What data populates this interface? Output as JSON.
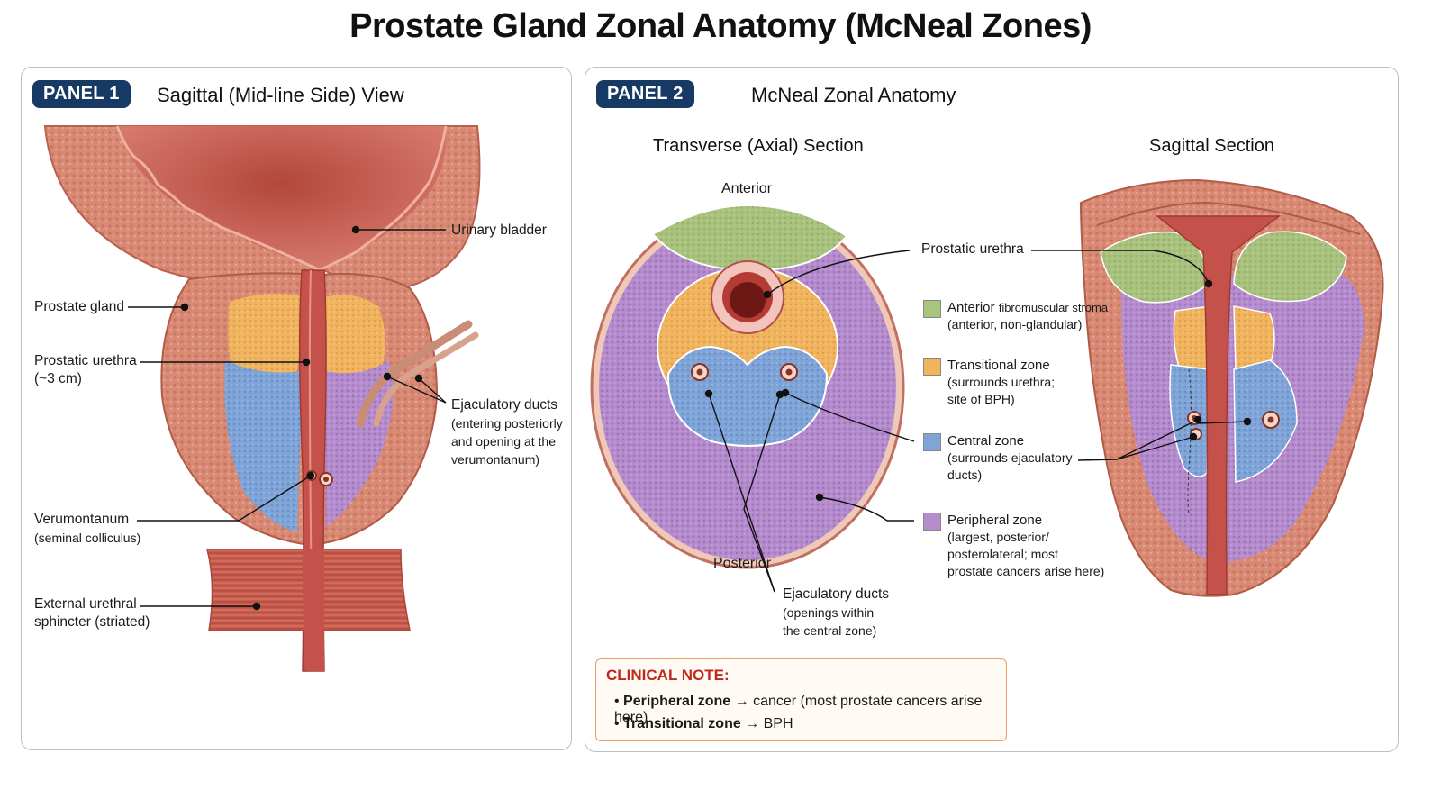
{
  "title": "Prostate Gland Zonal Anatomy (McNeal Zones)",
  "panel1": {
    "badge": "PANEL 1",
    "title": "Sagittal (Mid-line Side) View",
    "labels": {
      "urinary_bladder": "Urinary bladder",
      "prostate_gland": "Prostate gland",
      "prostatic_urethra": "Prostatic urethra",
      "prostatic_urethra_size": "(~3 cm)",
      "ejaculatory_ducts": "Ejaculatory ducts",
      "ejaculatory_ducts_note1": "(entering posteriorly",
      "ejaculatory_ducts_note2": "and opening at the",
      "ejaculatory_ducts_note3": "verumontanum)",
      "verumontanum": "Verumontanum",
      "verumontanum_note": "(seminal colliculus)",
      "sphincter1": "External urethral",
      "sphincter2": "sphincter (striated)"
    }
  },
  "panel2": {
    "badge": "PANEL 2",
    "title": "McNeal Zonal Anatomy",
    "transverse_title": "Transverse (Axial) Section",
    "sagittal_title": "Sagittal Section",
    "anterior": "Anterior",
    "posterior": "Posterior",
    "prostatic_urethra": "Prostatic urethra",
    "ejaculatory_ducts": "Ejaculatory ducts",
    "ejaculatory_ducts_note1": "(openings within",
    "ejaculatory_ducts_note2": "the central zone)",
    "legend": [
      {
        "name": "Anterior",
        "name_small": "fibromuscular stroma",
        "note1": "(anterior, non-glandular)",
        "note2": "",
        "note3": "",
        "color": "#a9c47f"
      },
      {
        "name": "Transitional zone",
        "name_small": "",
        "note1": "(surrounds urethra;",
        "note2": "site of BPH)",
        "note3": "",
        "color": "#f2b45a"
      },
      {
        "name": "Central zone",
        "name_small": "",
        "note1": "(surrounds ejaculatory",
        "note2": "ducts)",
        "note3": "",
        "color": "#7fa4d8"
      },
      {
        "name": "Peripheral zone",
        "name_small": "",
        "note1": "(largest, posterior/",
        "note2": "posterolateral; most",
        "note3": "prostate cancers arise here)",
        "color": "#b68ccb"
      }
    ]
  },
  "clinical_note": {
    "title": "CLINICAL NOTE:",
    "items": [
      {
        "bold": "Peripheral zone",
        "rest": " → cancer (most prostate cancers arise here)"
      },
      {
        "bold": "Transitional zone",
        "rest": " → BPH"
      }
    ]
  },
  "colors": {
    "badge": "#163a63",
    "tissue": "#d9826f",
    "muscle": "#c85a4a",
    "anterior_stroma": "#a9c47f",
    "transitional": "#f2b45a",
    "central": "#7fa4d8",
    "peripheral": "#b68ccb",
    "note_title": "#c0281c"
  }
}
